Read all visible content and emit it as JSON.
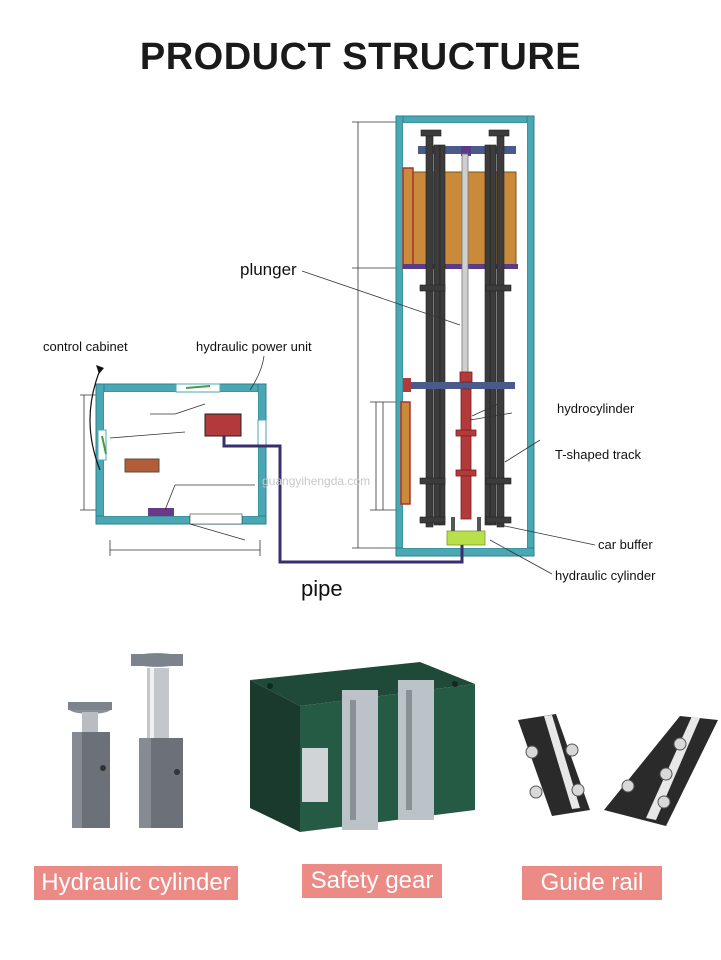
{
  "title": "PRODUCT STRUCTURE",
  "labels": {
    "plunger": "plunger",
    "control_cabinet": "control cabinet",
    "hydraulic_power_unit": "hydraulic power unit",
    "hydrocylinder": "hydrocylinder",
    "t_shaped_track": "T-shaped track",
    "car_buffer": "car buffer",
    "hydraulic_cylinder": "hydraulic cylinder",
    "pipe": "pipe"
  },
  "watermark": "guangyihengda.com",
  "products": [
    {
      "caption": "Hydraulic cylinder"
    },
    {
      "caption": "Safety gear"
    },
    {
      "caption": "Guide rail"
    }
  ],
  "colors": {
    "shaft_wall": "#4aa8b4",
    "pipe": "#3a2f6e",
    "car": "#c98a3a",
    "cylinder": "#b33a3a",
    "rail": "#3c3c3c",
    "buffer": "#b8e04a",
    "caption_bg": "#ec8a86"
  }
}
